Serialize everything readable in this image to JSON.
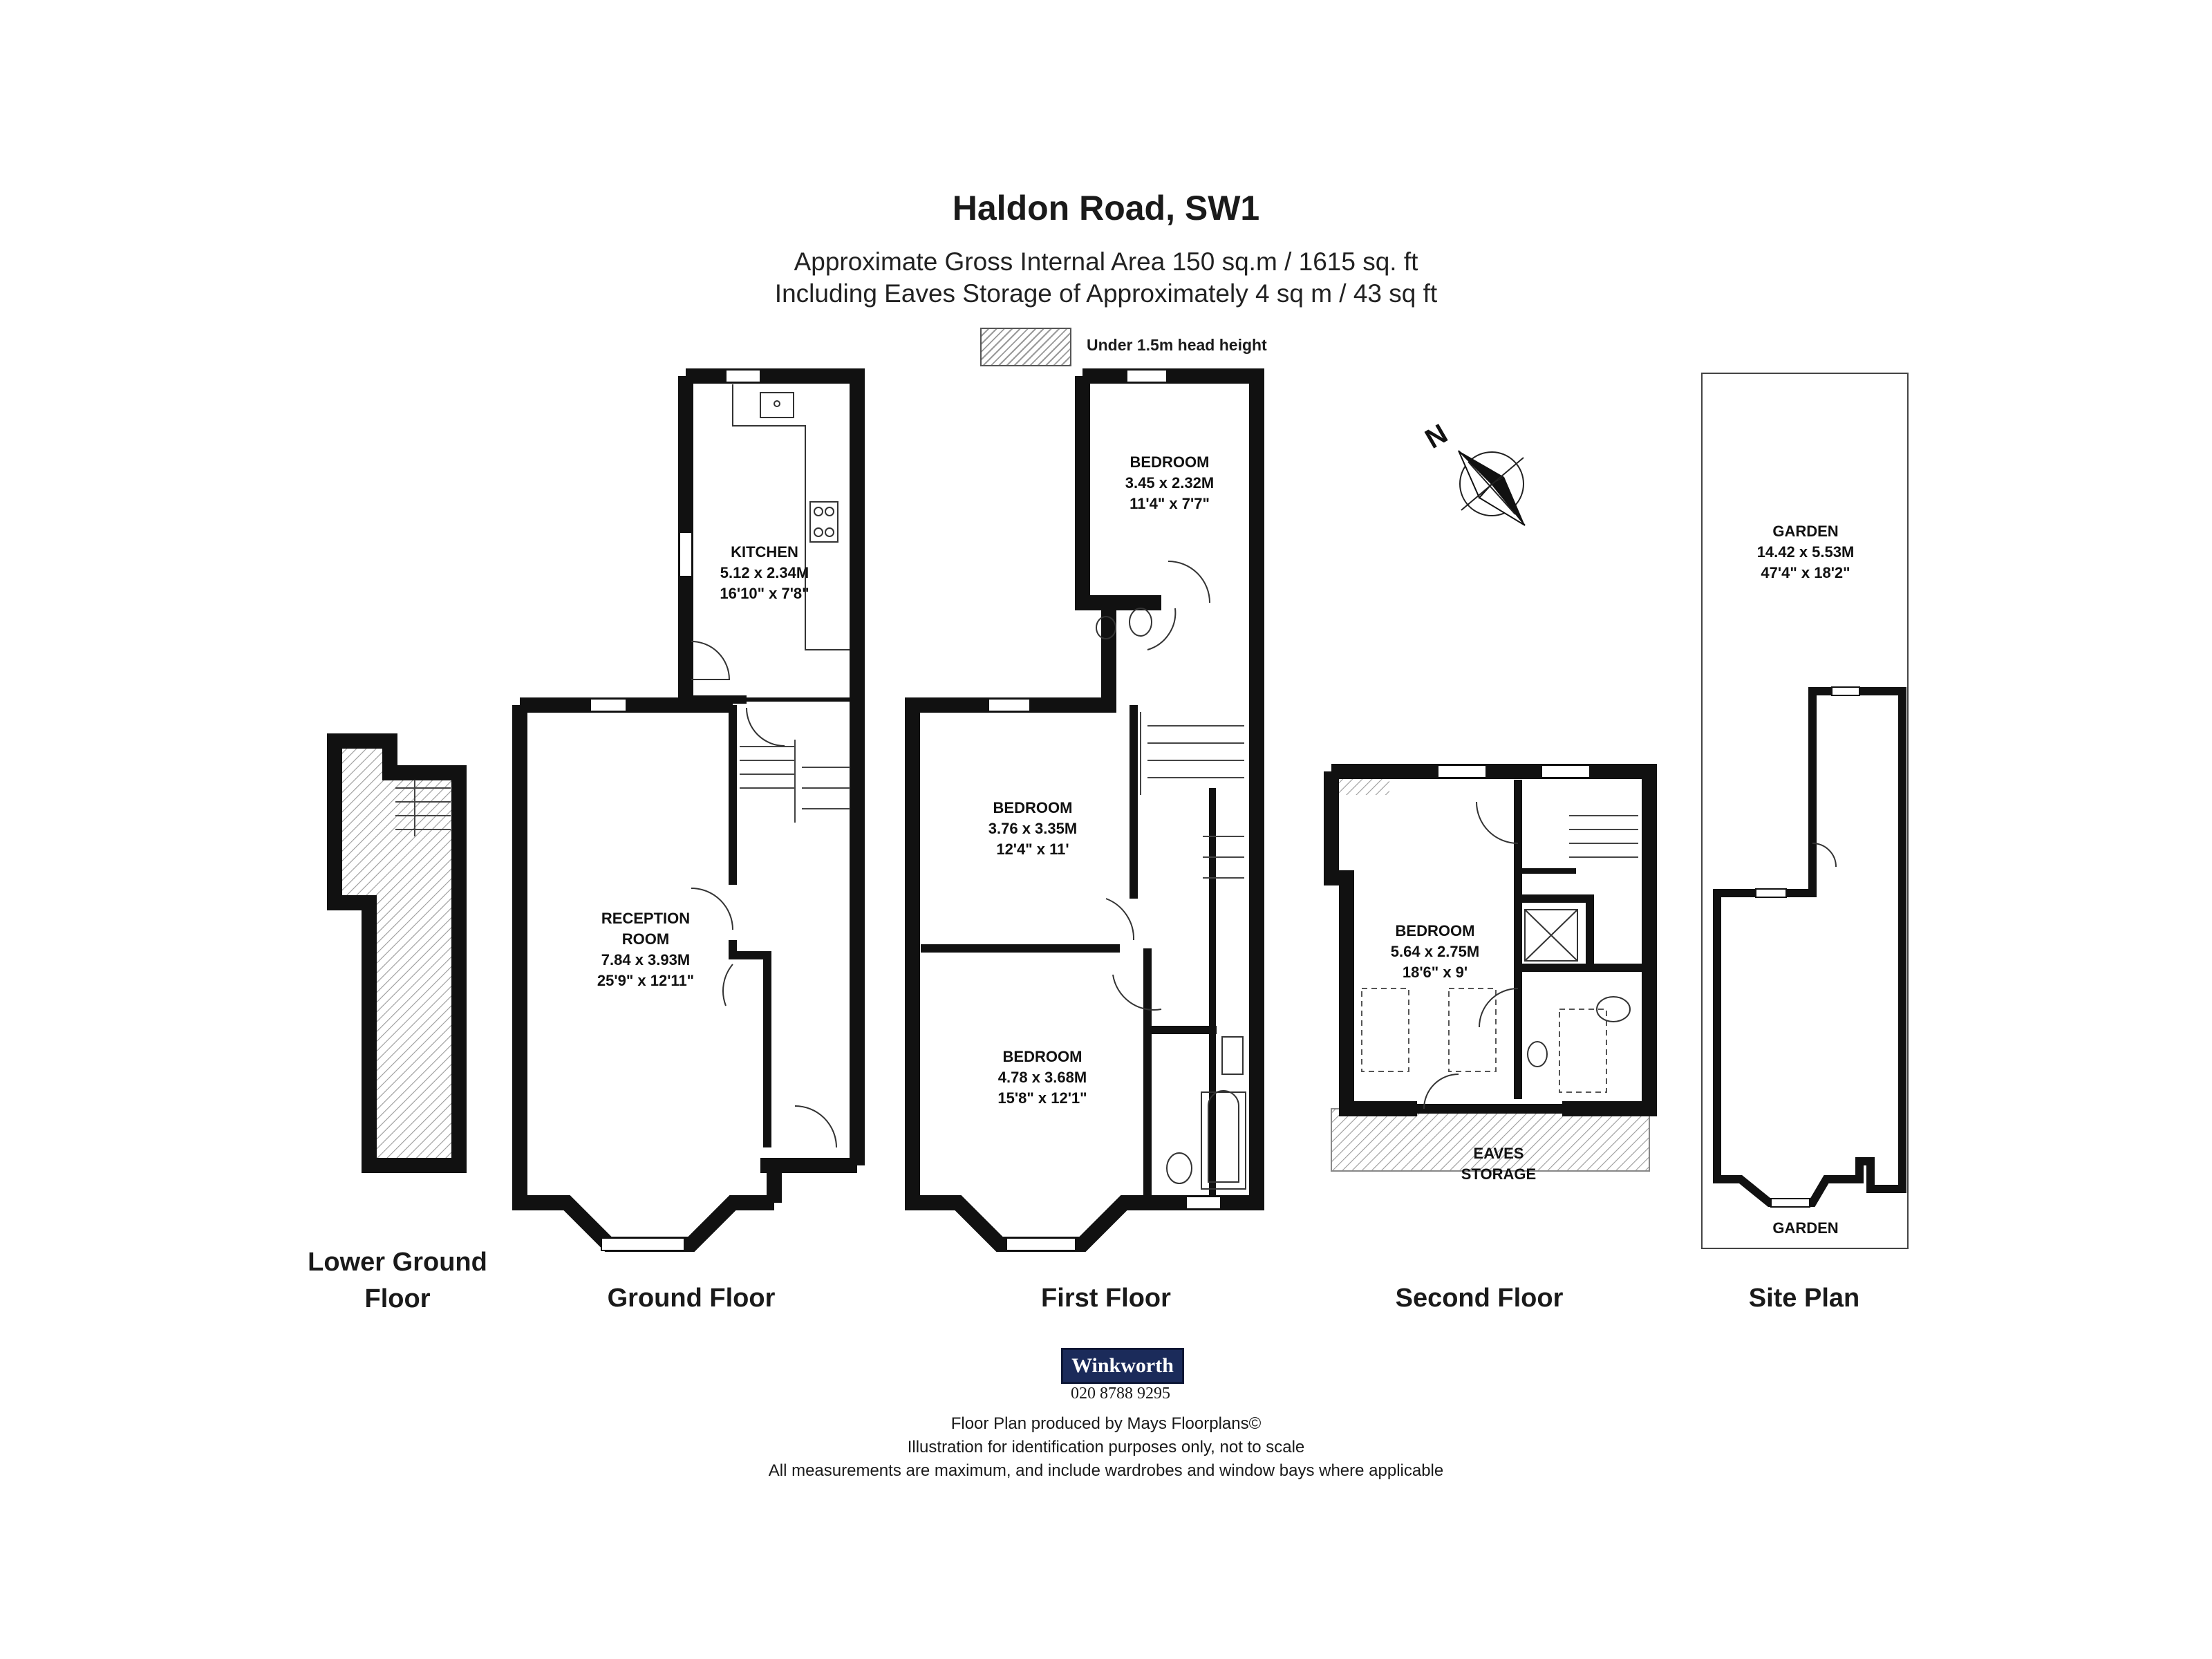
{
  "header": {
    "title": "Haldon Road, SW1",
    "area_line": "Approximate Gross Internal Area 150 sq.m  /  1615 sq. ft",
    "eaves_line": "Including Eaves Storage of Approximately 4 sq m  /  43 sq ft"
  },
  "legend": {
    "label": "Under 1.5m head height"
  },
  "rooms": {
    "kitchen": {
      "name": "KITCHEN",
      "metric": "5.12 x 2.34M",
      "imperial": "16'10\" x 7'8\""
    },
    "reception": {
      "name1": "RECEPTION",
      "name2": "ROOM",
      "metric": "7.84 x 3.93M",
      "imperial": "25'9\" x 12'11\""
    },
    "bedroom_ff_rear": {
      "name": "BEDROOM",
      "metric": "3.45 x 2.32M",
      "imperial": "11'4\" x 7'7\""
    },
    "bedroom_ff_mid": {
      "name": "BEDROOM",
      "metric": "3.76 x 3.35M",
      "imperial": "12'4\" x 11'"
    },
    "bedroom_ff_front": {
      "name": "BEDROOM",
      "metric": "4.78 x 3.68M",
      "imperial": "15'8\" x 12'1\""
    },
    "bedroom_sf": {
      "name": "BEDROOM",
      "metric": "5.64 x 2.75M",
      "imperial": "18'6\" x 9'"
    },
    "eaves": {
      "name1": "EAVES",
      "name2": "STORAGE"
    },
    "garden_rear": {
      "name": "GARDEN",
      "metric": "14.42 x 5.53M",
      "imperial": "47'4\" x 18'2\""
    },
    "garden_front": {
      "name": "GARDEN"
    }
  },
  "compass": {
    "label": "N"
  },
  "floors": {
    "lower_ground_1": "Lower Ground",
    "lower_ground_2": "Floor",
    "ground": "Ground Floor",
    "first": "First Floor",
    "second": "Second Floor",
    "site": "Site Plan"
  },
  "agent": {
    "name": "Winkworth",
    "phone": "020 8788 9295"
  },
  "footer": {
    "line1": "Floor Plan produced by Mays Floorplans©",
    "line2": "Illustration for identification purposes only, not to scale",
    "line3": "All measurements are maximum, and include wardrobes and window bays where applicable"
  },
  "colors": {
    "wall": "#111111",
    "hatch": "#9a9a9a",
    "brand": "#1b2b5a"
  }
}
